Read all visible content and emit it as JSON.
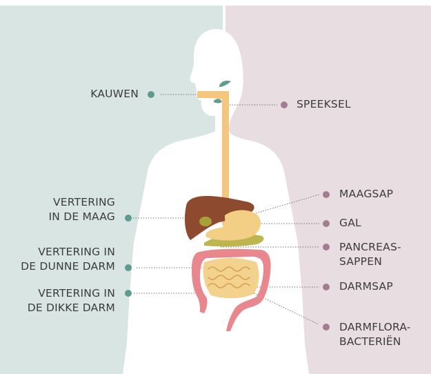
{
  "colors": {
    "left_bg": "#d8e5e2",
    "right_bg": "#e8dde0",
    "body": "#ffffff",
    "teal_dot": "#5c9c8c",
    "mauve_dot": "#a07d90",
    "esophagus": "#f5c77e",
    "liver": "#8e4a2e",
    "stomach": "#f3cf86",
    "gallbladder": "#a7a13a",
    "pancreas": "#bdb54e",
    "intestine_large": "#e8888e",
    "intestine_small": "#f2d28d",
    "throat_leaf": "#5f9d8f"
  },
  "labels": {
    "kauwen": "KAUWEN",
    "speeksel": "SPEEKSEL",
    "vertering_maag": [
      "VERTERING",
      "IN DE MAAG"
    ],
    "vertering_dunne": [
      "VERTERING IN",
      "DE DUNNE DARM"
    ],
    "vertering_dikke": [
      "VERTERING IN",
      "DE DIKKE DARM"
    ],
    "maagsap": "MAAGSAP",
    "gal": "GAL",
    "pancreassappen": [
      "PANCREAS-",
      "SAPPEN"
    ],
    "darmsap": "DARMSAP",
    "darmflora": [
      "DARMFLORA-",
      "BACTERIËN"
    ]
  }
}
